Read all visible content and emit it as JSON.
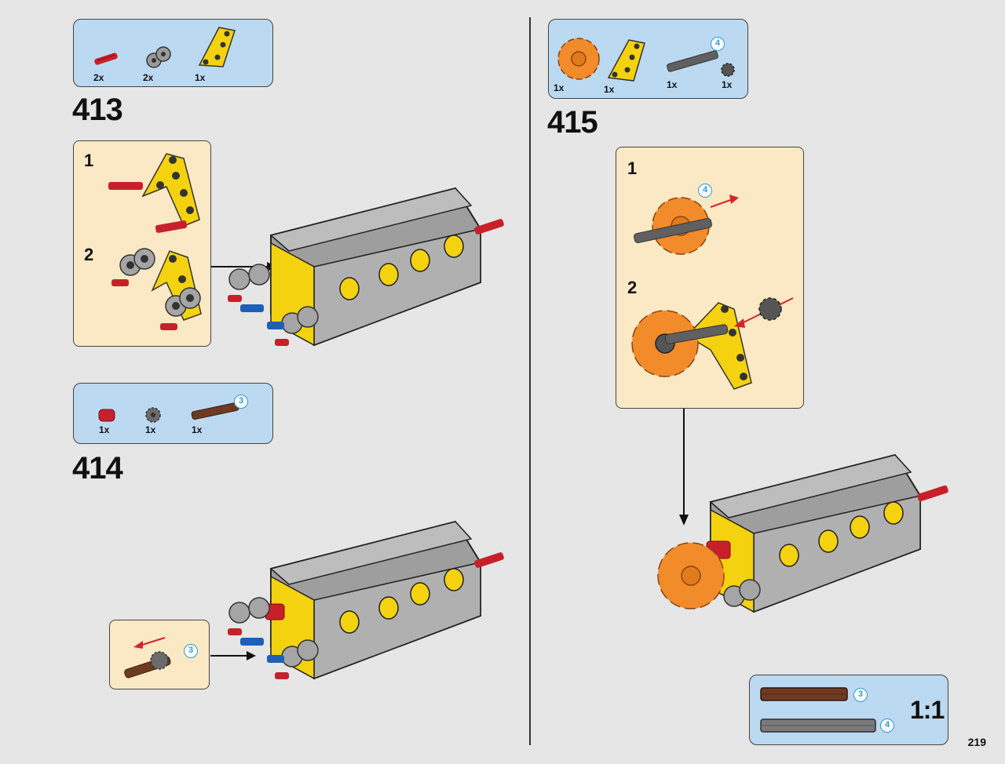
{
  "page": {
    "number": "219"
  },
  "steps": [
    {
      "number": "413",
      "parts": [
        {
          "qty": "2x"
        },
        {
          "qty": "2x"
        },
        {
          "qty": "1x"
        }
      ],
      "substeps": [
        "1",
        "2"
      ]
    },
    {
      "number": "414",
      "parts": [
        {
          "qty": "1x"
        },
        {
          "qty": "1x"
        },
        {
          "qty": "1x"
        }
      ],
      "callout": "3",
      "sub_callout": "3"
    },
    {
      "number": "415",
      "parts": [
        {
          "qty": "1x"
        },
        {
          "qty": "1x"
        },
        {
          "qty": "1x"
        },
        {
          "qty": "1x"
        }
      ],
      "callout": "4",
      "substeps": [
        "1",
        "2"
      ],
      "sub_callout": "4"
    }
  ],
  "scale_box": {
    "label": "1:1",
    "callouts": [
      "3",
      "4"
    ]
  },
  "colors": {
    "parts_bg": "#bcd9f2",
    "substep_bg": "#fbe8c4",
    "callout": "#2a9ad6",
    "arrow_red": "#d8232a"
  }
}
